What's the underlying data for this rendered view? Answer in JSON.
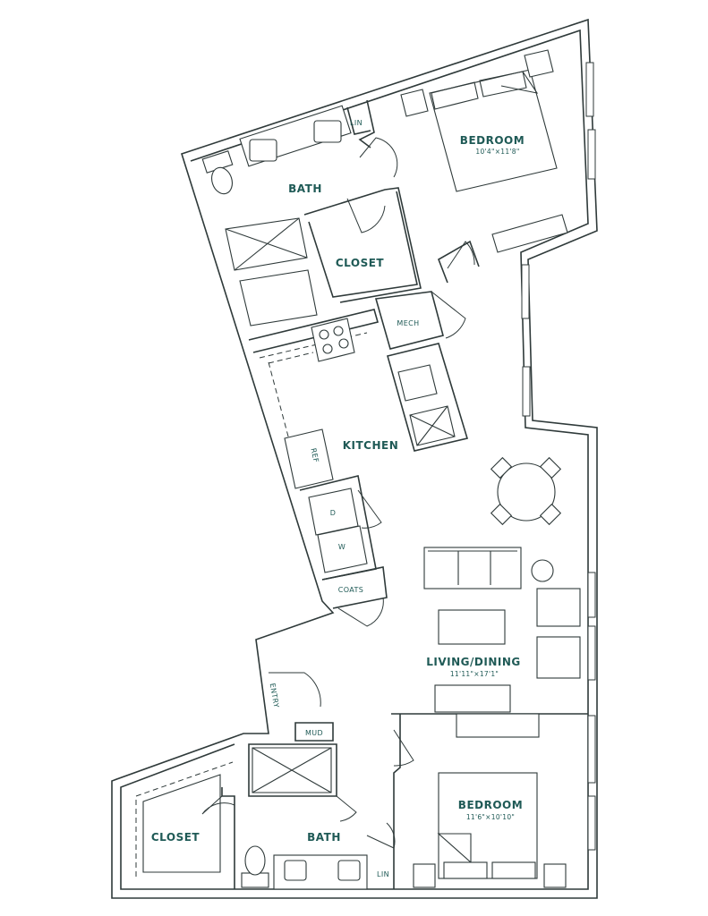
{
  "colors": {
    "wall": "#2f3a3a",
    "label": "#1f5a56",
    "background": "#ffffff"
  },
  "rooms": {
    "bedroom_top": {
      "name": "BEDROOM",
      "dims": "10'4\"×11'8\""
    },
    "bath_top": {
      "name": "BATH"
    },
    "lin_top": {
      "name": "LIN"
    },
    "closet_top": {
      "name": "CLOSET"
    },
    "mech": {
      "name": "MECH"
    },
    "kitchen": {
      "name": "KITCHEN"
    },
    "ref": {
      "name": "REF"
    },
    "dryer": {
      "name": "D"
    },
    "washer": {
      "name": "W"
    },
    "coats": {
      "name": "COATS"
    },
    "living": {
      "name": "LIVING/DINING",
      "dims": "11'11\"×17'1\""
    },
    "entry": {
      "name": "ENTRY"
    },
    "mud": {
      "name": "MUD"
    },
    "closet_bottom": {
      "name": "CLOSET"
    },
    "bath_bottom": {
      "name": "BATH"
    },
    "lin_bottom": {
      "name": "LIN"
    },
    "bedroom_bottom": {
      "name": "BEDROOM",
      "dims": "11'6\"×10'10\""
    }
  }
}
